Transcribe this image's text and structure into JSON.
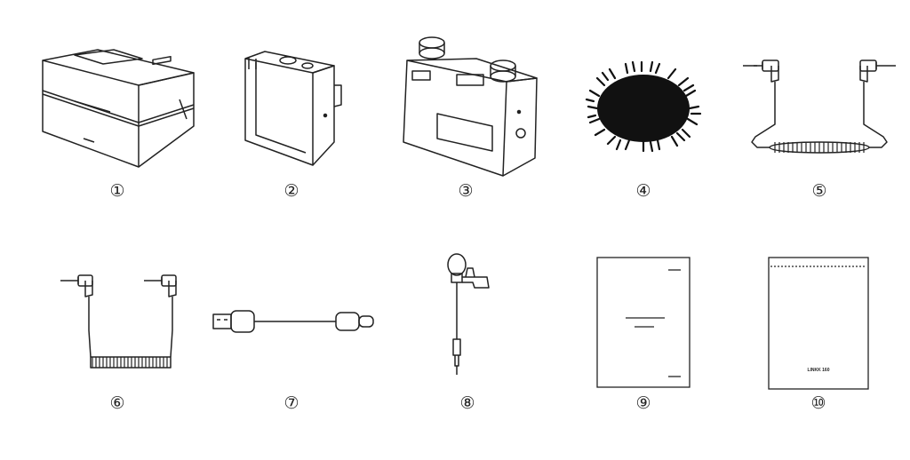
{
  "items": [
    {
      "number": "①",
      "icon": "charging-case-icon"
    },
    {
      "number": "②",
      "icon": "transmitter-icon"
    },
    {
      "number": "③",
      "icon": "receiver-icon"
    },
    {
      "number": "④",
      "icon": "windscreen-icon"
    },
    {
      "number": "⑤",
      "icon": "trs-trs-coiled-cable-icon"
    },
    {
      "number": "⑥",
      "icon": "trs-trrs-coiled-cable-icon"
    },
    {
      "number": "⑦",
      "icon": "usb-c-cable-icon"
    },
    {
      "number": "⑧",
      "icon": "lavalier-mic-icon"
    },
    {
      "number": "⑨",
      "icon": "user-manual-icon"
    },
    {
      "number": "⑩",
      "icon": "pouch-icon"
    }
  ],
  "pouch": {
    "label": "LINKK 160"
  }
}
